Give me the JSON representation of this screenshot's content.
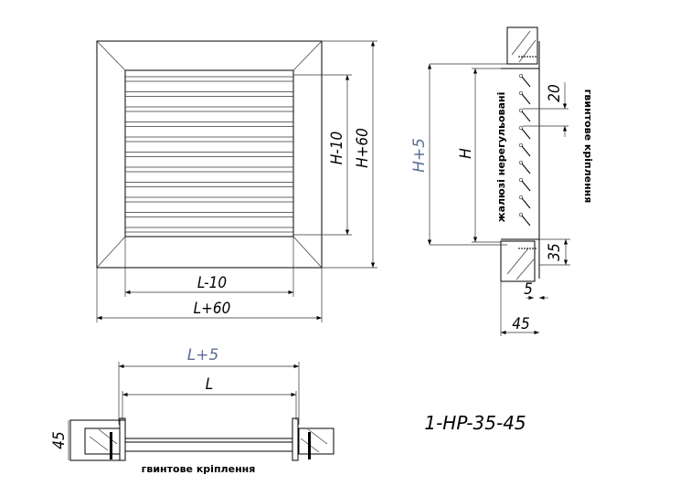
{
  "front_view": {
    "inner_height": "H-10",
    "outer_height": "H+60",
    "inner_width": "L-10",
    "outer_width": "L+60"
  },
  "side_view": {
    "opening_height": "H+5",
    "grille_height": "H",
    "louver_note": "жалюзі нерегульовані",
    "pitch": "20",
    "mount_note": "гвинтове кріплення",
    "flange": "35",
    "gap": "5",
    "depth": "45"
  },
  "plan_view": {
    "opening_width": "L+5",
    "grille_width": "L",
    "depth": "45",
    "mount_note": "гвинтове кріплення"
  },
  "model_code": "1-HP-35-45",
  "colors": {
    "line": "#000000",
    "accent_dim": "#5b6f95"
  }
}
